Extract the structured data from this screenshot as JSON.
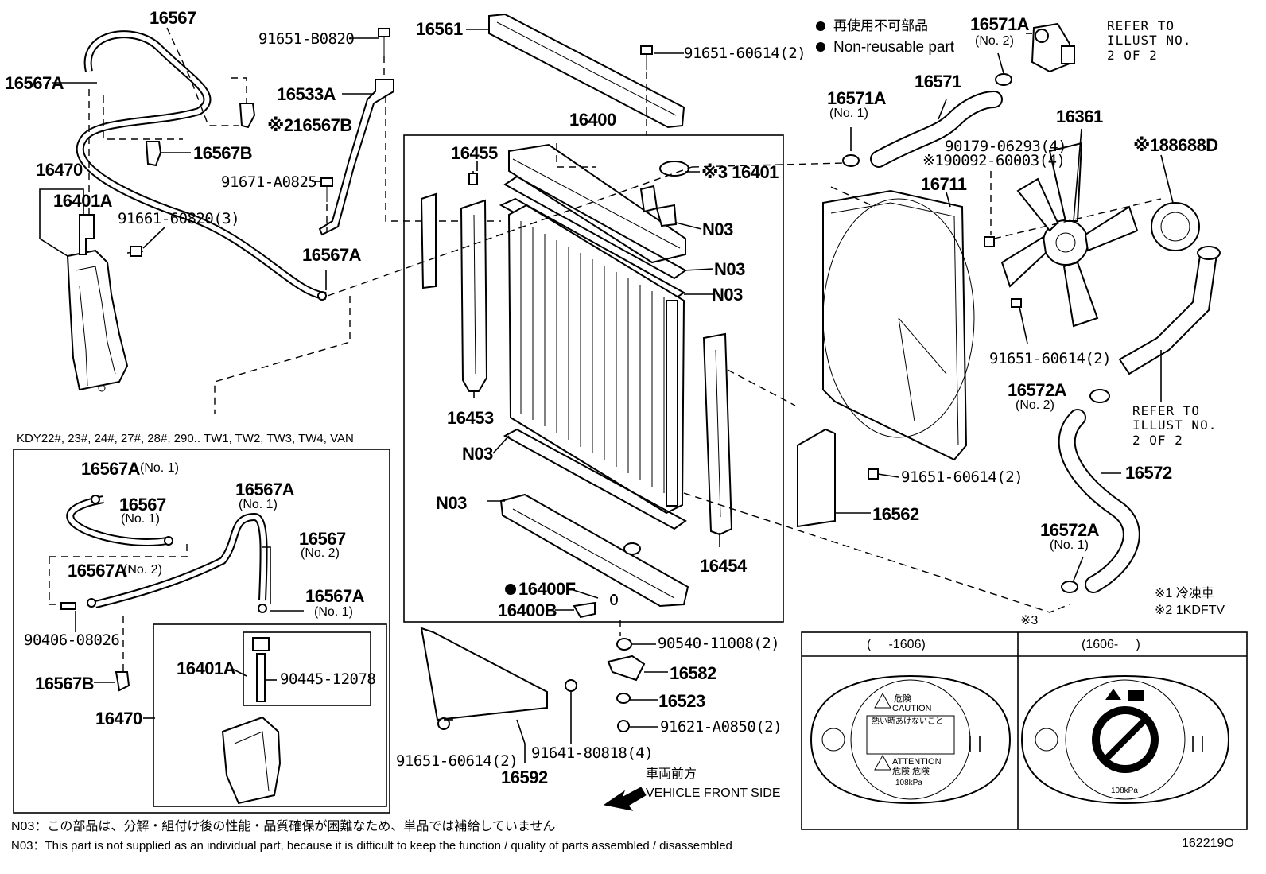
{
  "legend": {
    "jp": "再使用不可部品",
    "en": "Non-reusable part"
  },
  "refer_top": {
    "line1": "REFER TO",
    "line2": "ILLUST NO.",
    "line3": "2 OF 2"
  },
  "refer_mid": {
    "line1": "REFER TO",
    "line2": "ILLUST NO.",
    "line3": "2 OF 2"
  },
  "labels": {
    "p16567": "16567",
    "p16567A_1": "16567A",
    "p16567A_2": "16567A",
    "p16567B_1": "※216567B",
    "p16567B_2": "16567B",
    "p16470": "16470",
    "p16401A": "16401A",
    "p91661": "91661-60820(3)",
    "p91651_B0820": "91651-B0820",
    "p16533A": "16533A",
    "p91671": "91671-A0825",
    "p16561": "16561",
    "p91651_60614_top": "91651-60614(2)",
    "p16400": "16400",
    "p16455": "16455",
    "p16401": "※3 16401",
    "pN03_1": "N03",
    "pN03_2": "N03",
    "pN03_3": "N03",
    "pN03_4": "N03",
    "pN03_5": "N03",
    "p16453": "16453",
    "p16454": "16454",
    "p16400F": "16400F",
    "p16400B": "16400B",
    "p16571A_2": "16571A",
    "p16571A_2sub": "(No. 2)",
    "p16571": "16571",
    "p16571A_1": "16571A",
    "p16571A_1sub": "(No. 1)",
    "p16361": "16361",
    "p90179": "90179-06293(4)",
    "p90092": "※190092-60003(4)",
    "p88688D": "※188688D",
    "p16711": "16711",
    "p91651_60614_mid": "91651-60614(2)",
    "p16572A_2": "16572A",
    "p16572A_2sub": "(No. 2)",
    "p16572": "16572",
    "p16572A_1": "16572A",
    "p16572A_1sub": "(No. 1)",
    "p91651_60614_right": "91651-60614(2)",
    "p16562": "16562",
    "p90540": "90540-11008(2)",
    "p16582": "16582",
    "p16523": "16523",
    "p91621": "91621-A0850(2)",
    "p91651_60614_bot": "91651-60614(2)",
    "p91641": "91641-80818(4)",
    "p16592": "16592"
  },
  "inset": {
    "title": "KDY22#, 23#, 24#, 27#, 28#, 290.. TW1, TW2, TW3, TW4, VAN",
    "a1": "16567A",
    "a1sub": "(No. 1)",
    "b1": "16567",
    "b1sub": "(No. 1)",
    "a2": "16567A",
    "a2sub": "(No. 1)",
    "b2": "16567",
    "b2sub": "(No. 2)",
    "a3": "16567A",
    "a3sub": "(No. 2)",
    "a4": "16567A",
    "a4sub": "(No. 1)",
    "c1": "90406-08026",
    "d1": "16567B",
    "e1": "16470",
    "f1": "16401A",
    "g1": "90445-12078"
  },
  "notes": {
    "n1": "※1 冷凍車",
    "n2": "※2 1KDFTV",
    "cap_ref": "※3",
    "cap_left_range": "(     -1606)",
    "cap_right_range": "(1606-     )",
    "caution_jp": "危険",
    "caution_en": "CAUTION",
    "caution_sub": "熱い時あけないこと",
    "attention_en": "ATTENTION",
    "attention_jp": "危険  危険",
    "kpa_left": "108kPa",
    "kpa_right": "108kPa",
    "front_jp": "車両前方",
    "front_en": "VEHICLE FRONT SIDE",
    "footer_jp": "N03：この部品は、分解・組付け後の性能・品質確保が困難なため、単品では補給していません",
    "footer_en": "N03：This part is not supplied as an individual part, because it is difficult to keep the function / quality of parts assembled / disassembled",
    "illust_no": "162219O"
  }
}
